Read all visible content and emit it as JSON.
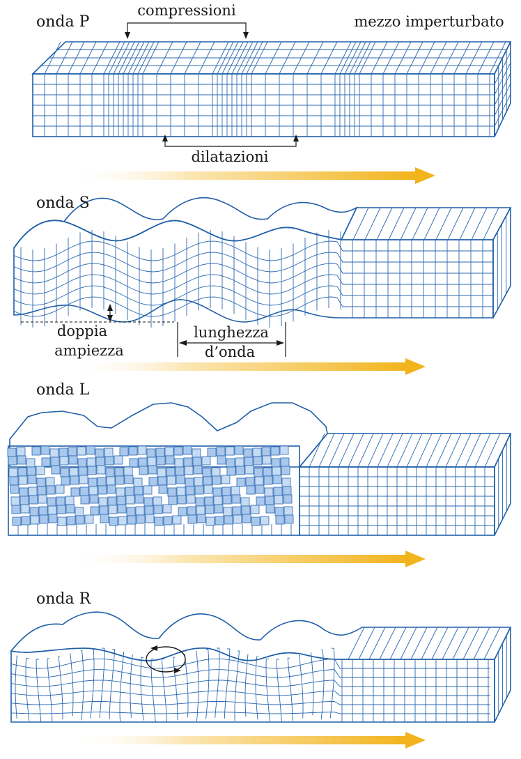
{
  "panels": {
    "p": {
      "title": "onda P",
      "label_compressions": "compressioni",
      "label_undisturbed": "mezzo imperturbato",
      "label_dilations": "dilatazioni"
    },
    "s": {
      "title": "onda S",
      "label_amplitude_1": "doppia",
      "label_amplitude_2": "ampiezza",
      "label_wavelength_1": "lunghezza",
      "label_wavelength_2": "d’onda"
    },
    "l": {
      "title": "onda L"
    },
    "r": {
      "title": "onda R"
    }
  },
  "colors": {
    "block_front": "#a9c8ec",
    "block_top": "#c6dcf4",
    "block_side": "#7fa6d8",
    "grid_line": "#2a67b0",
    "arrow_start": "#fffaf0",
    "arrow_end": "#f2b41c",
    "text": "#1a1a1a"
  }
}
